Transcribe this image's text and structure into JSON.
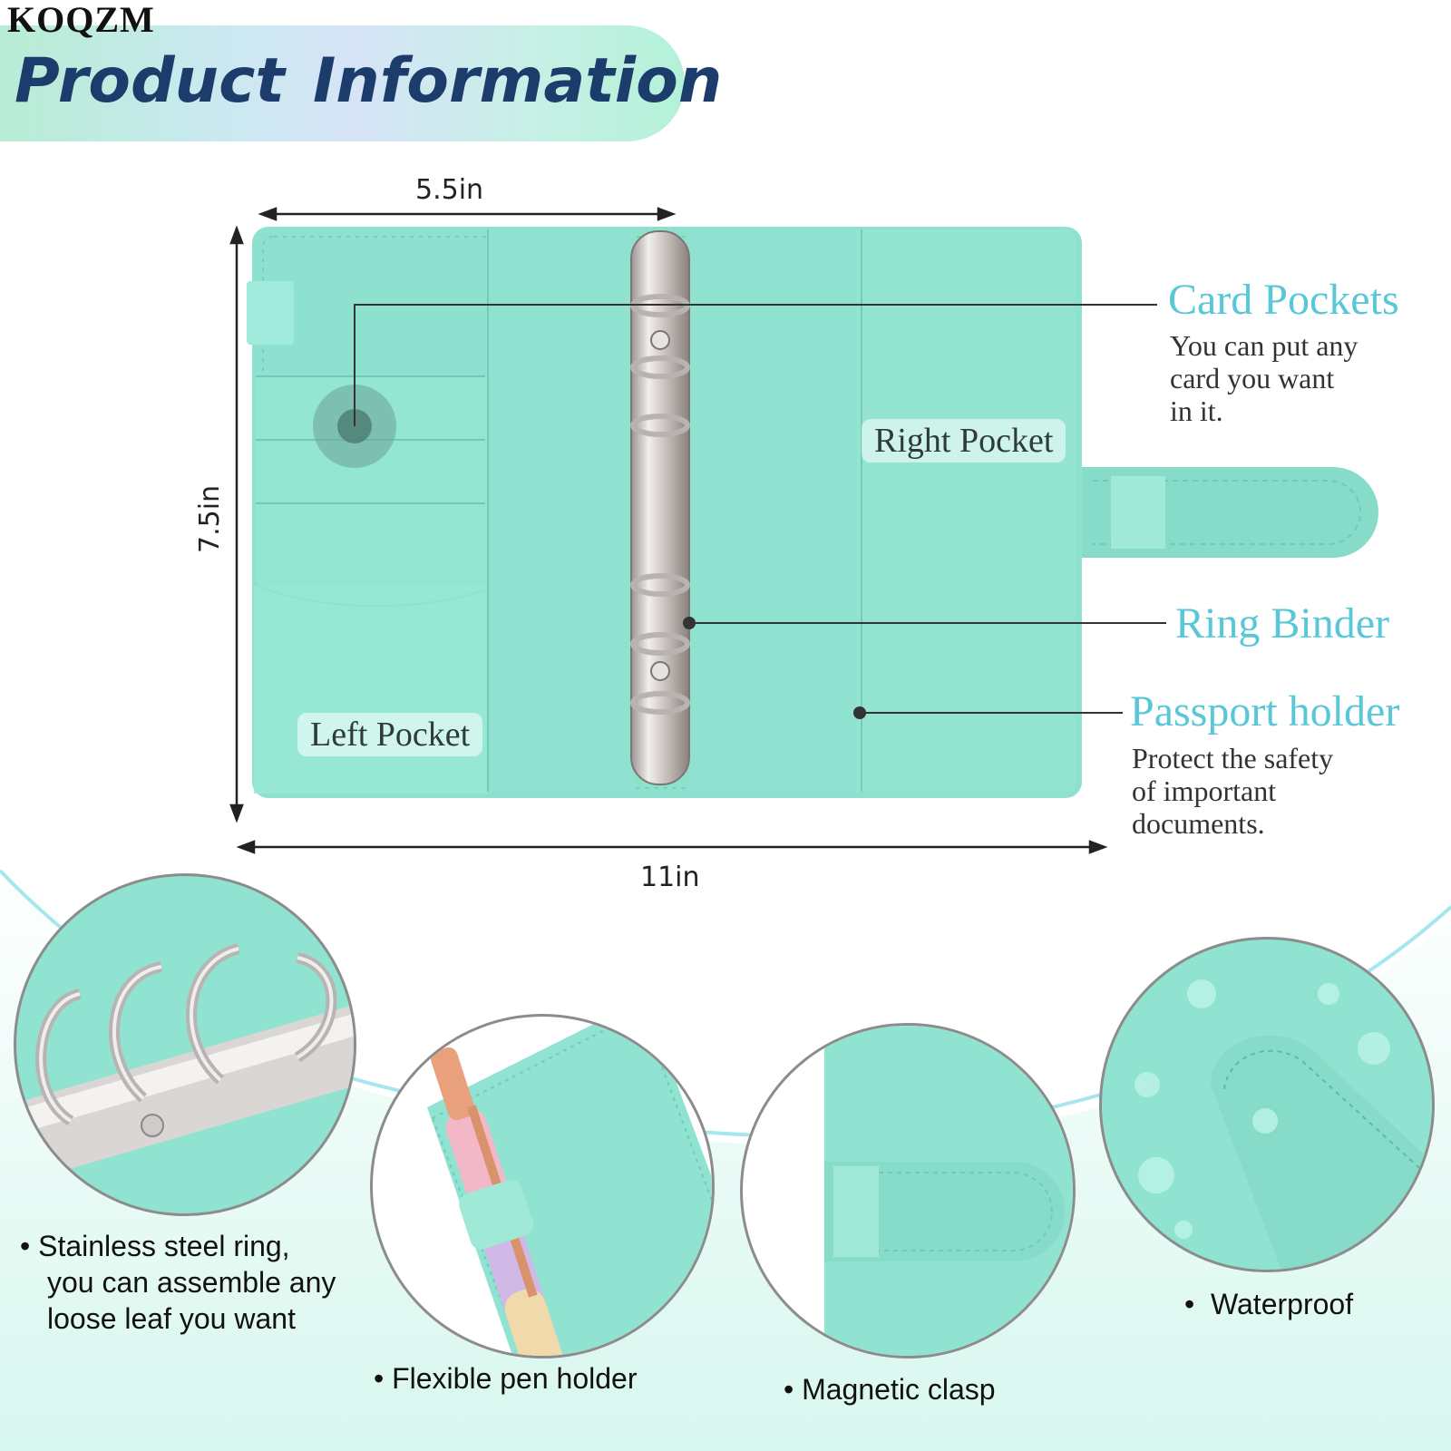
{
  "brand": "KOQZM",
  "banner": {
    "title_word1": "Product",
    "title_word2": "Information"
  },
  "dimensions": {
    "width": "5.5in",
    "height": "7.5in",
    "open_width": "11in"
  },
  "binder": {
    "left_pocket": "Left Pocket",
    "right_pocket": "Right Pocket"
  },
  "features": {
    "card_pockets": {
      "title": "Card Pockets",
      "desc": [
        "You can put any",
        "card you want",
        "in it."
      ]
    },
    "ring_binder": {
      "title": "Ring Binder"
    },
    "passport_holder": {
      "title": "Passport holder",
      "desc": [
        "Protect the safety",
        "of important",
        "documents."
      ]
    }
  },
  "details": [
    {
      "bullet": "•",
      "lines": [
        "Stainless steel ring,",
        "you can assemble any",
        "loose leaf you want"
      ]
    },
    {
      "bullet": "•",
      "lines": [
        "Flexible pen holder"
      ]
    },
    {
      "bullet": "•",
      "lines": [
        "Magnetic clasp"
      ]
    },
    {
      "bullet": "•",
      "lines": [
        "Waterproof"
      ]
    }
  ],
  "colors": {
    "mint": "#8fe3d0",
    "title_blue": "#1c3d6b",
    "feature_cyan": "#58c7d8",
    "silver": "#c9c6c4"
  },
  "icons": [
    "ring-detail-icon",
    "pen-detail-icon",
    "clasp-detail-icon",
    "waterproof-detail-icon"
  ]
}
